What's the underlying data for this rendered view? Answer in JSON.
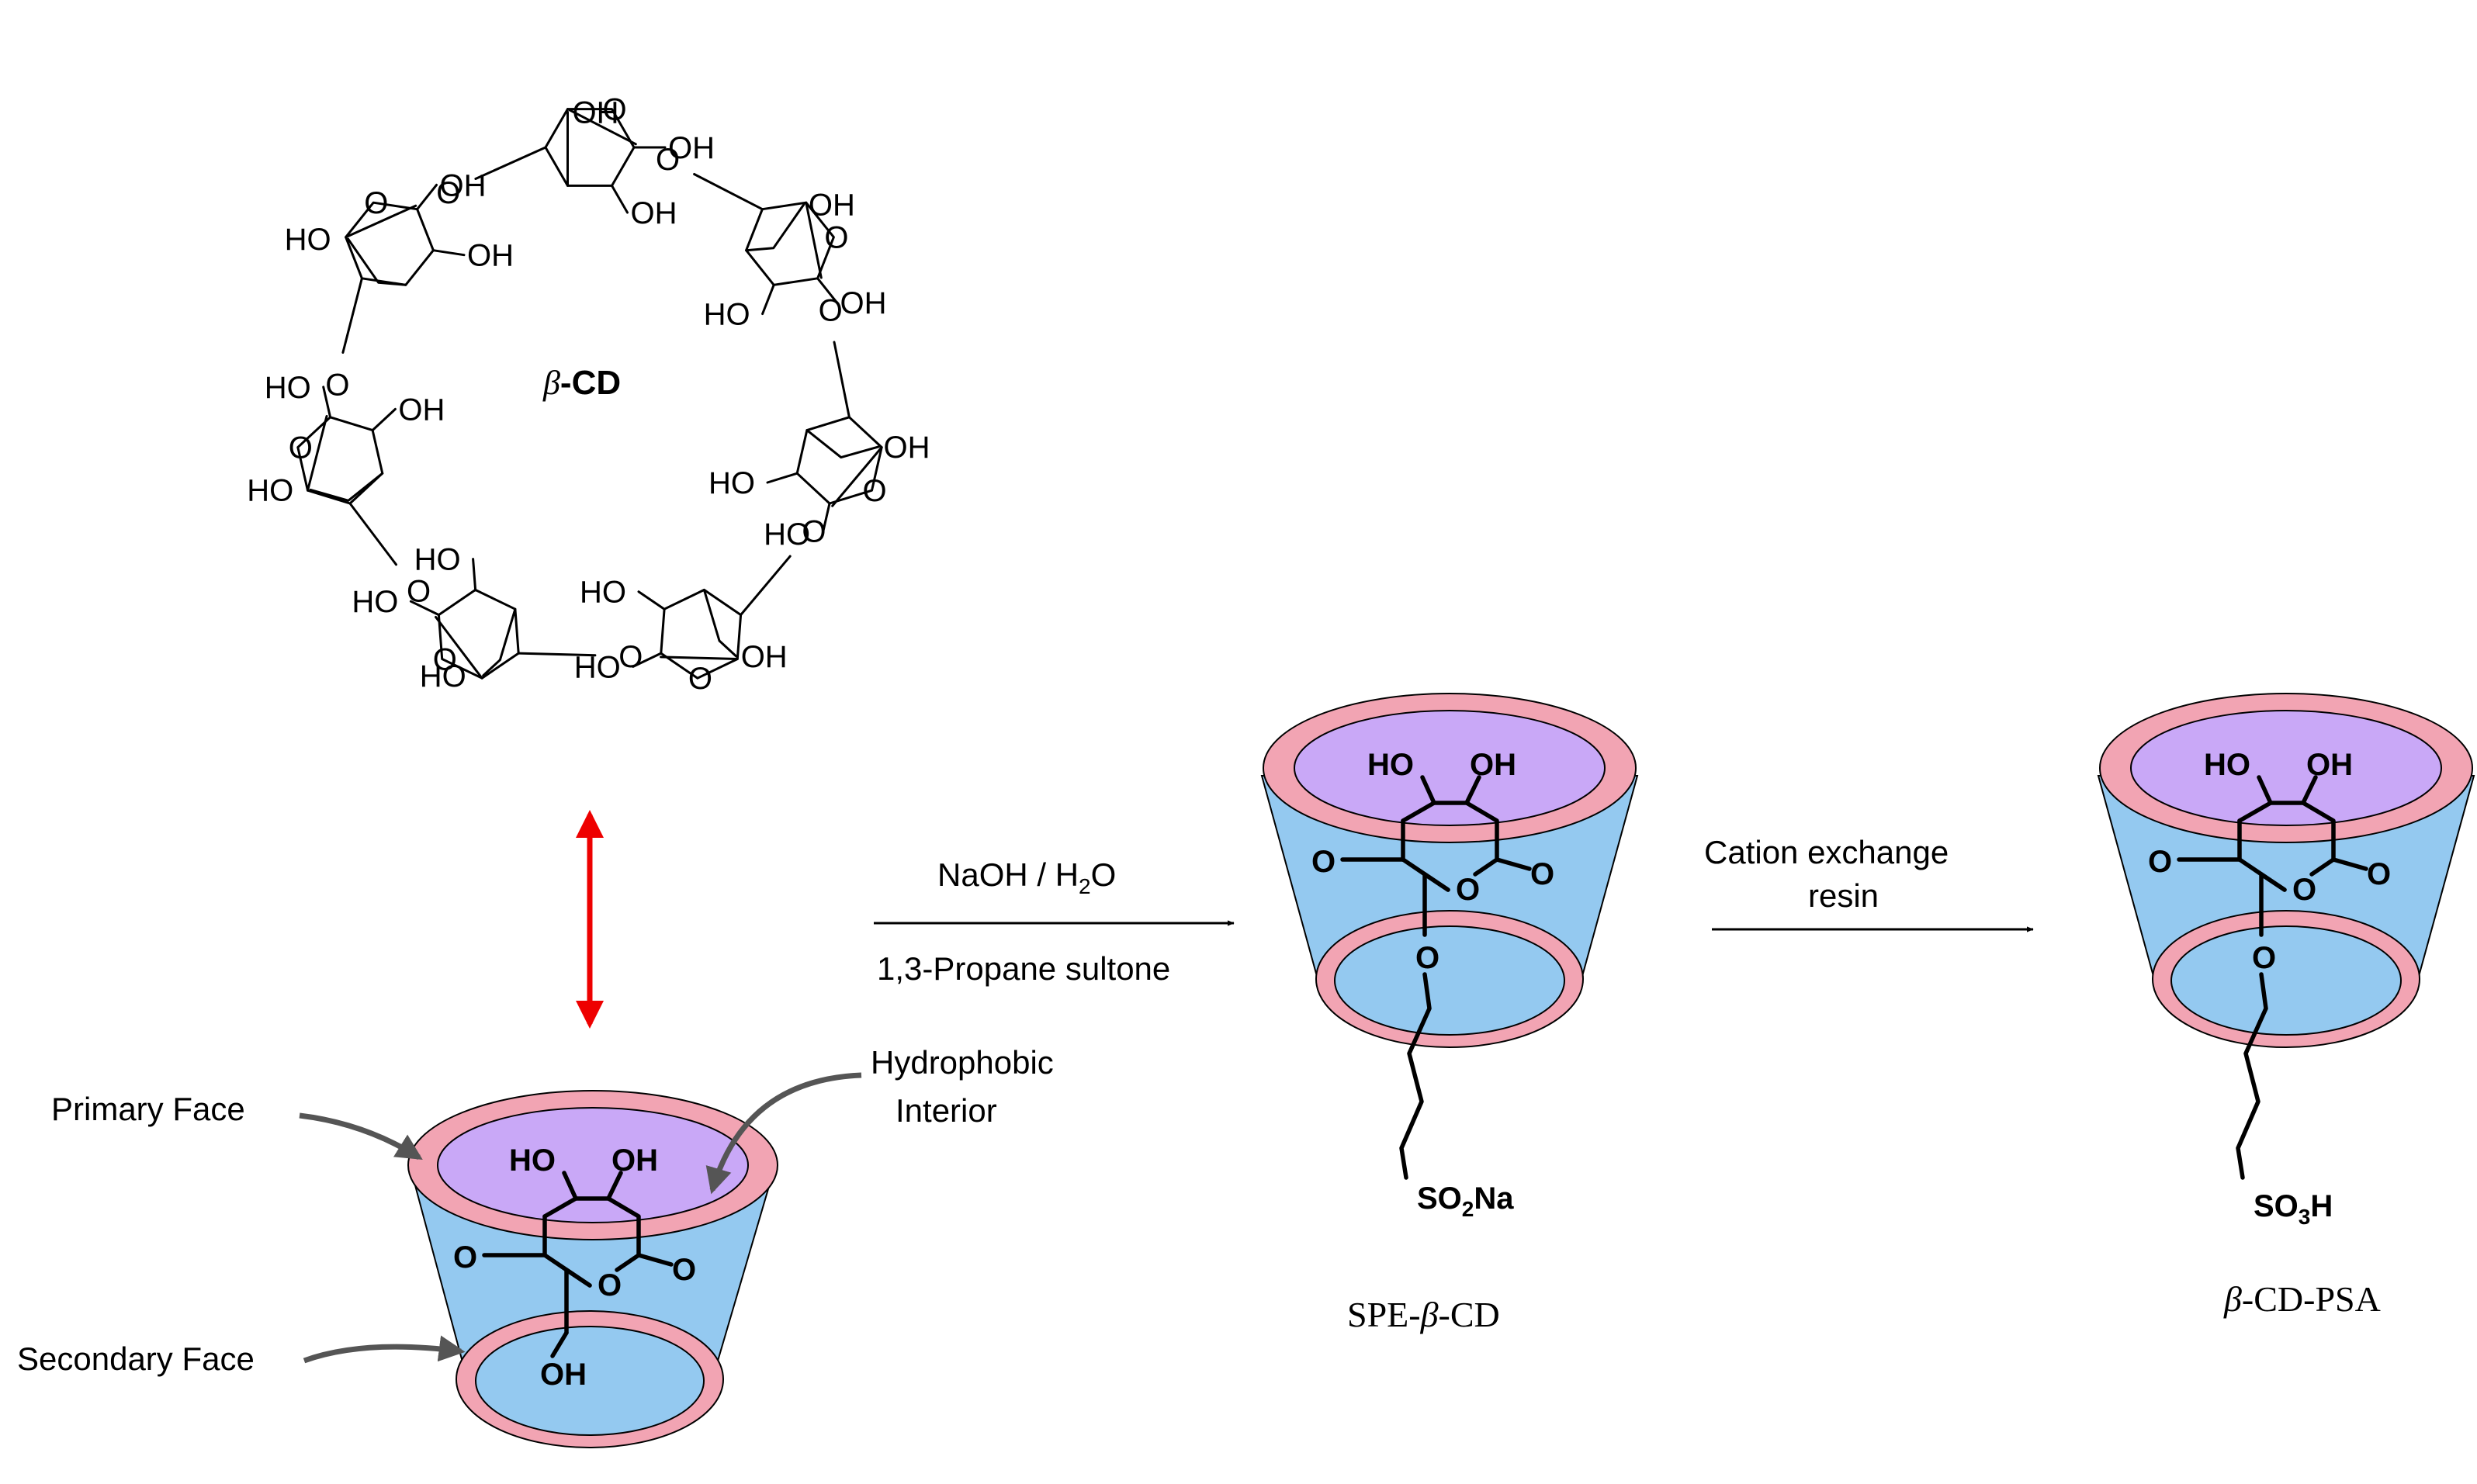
{
  "colors": {
    "cone_body": "#94c9f0",
    "rim": "#f2a4b3",
    "interior": "#c9a8f7",
    "arrow_red": "#ee0000",
    "callout": "#555555"
  },
  "beta_cd": {
    "name_greek": "β",
    "name_suffix": "-CD",
    "hydroxyl": "OH",
    "hydroxyl_rev": "HO",
    "oxygen": "O"
  },
  "unit_labels": {
    "primary_face": "Primary Face",
    "secondary_face": "Secondary Face",
    "hydrophobic_line1": "Hydrophobic",
    "hydrophobic_line2": "Interior"
  },
  "reaction1": {
    "top_main": "NaOH / H",
    "top_sub": "2",
    "top_end": "O",
    "bottom": "1,3-Propane sultone"
  },
  "reaction2": {
    "line1": "Cation exchange",
    "line2": "resin"
  },
  "product1": {
    "group_main": "SO",
    "group_sub": "2",
    "group_end": "Na",
    "name_prefix": "SPE-",
    "name_greek": "β",
    "name_suffix": "-CD"
  },
  "product2": {
    "group_main": "SO",
    "group_sub": "3",
    "group_end": "H",
    "name_greek": "β",
    "name_suffix": "-CD-PSA"
  }
}
